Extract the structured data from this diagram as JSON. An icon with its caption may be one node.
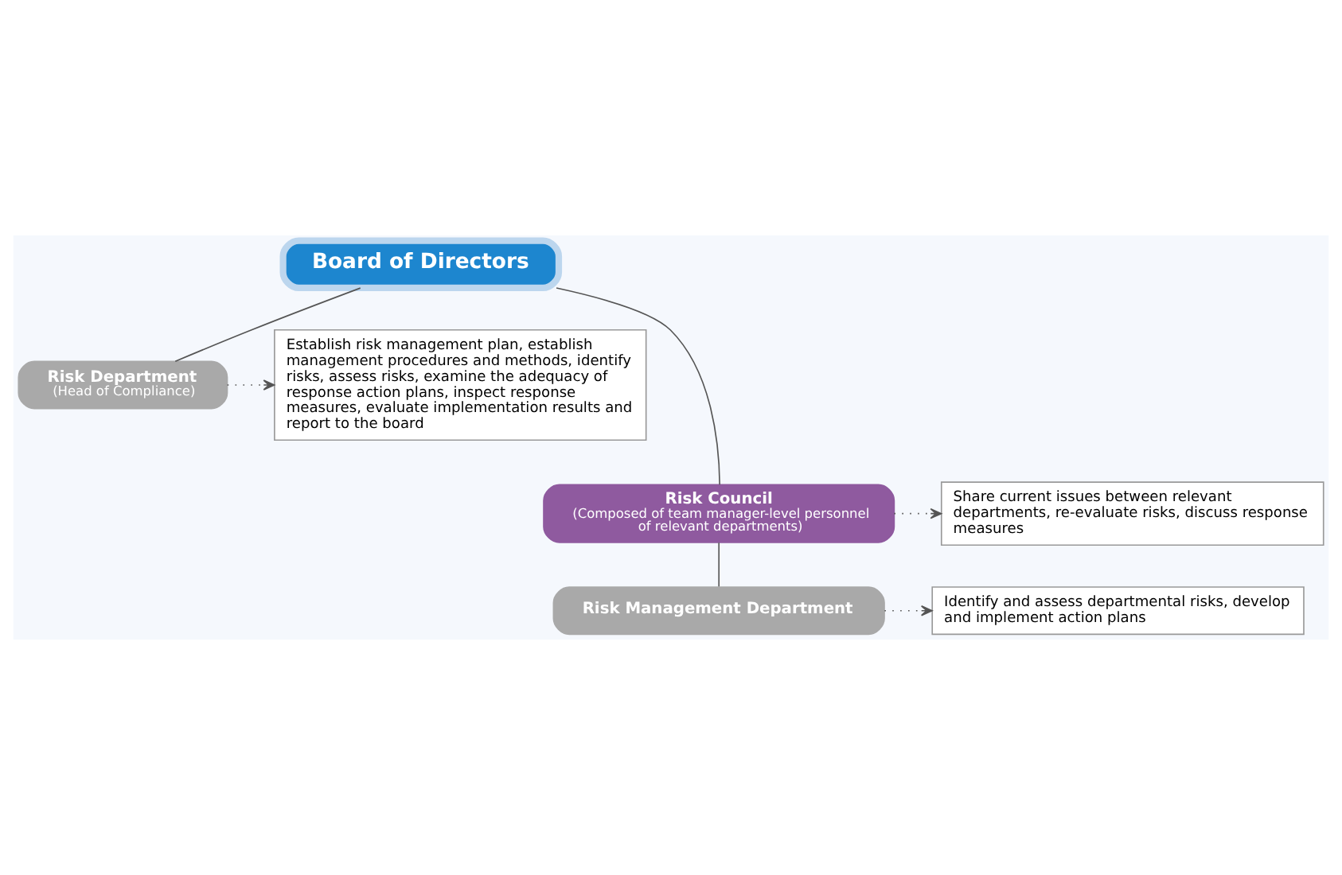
{
  "diagram": {
    "nodes": [
      {
        "text": [
          "Board of Directors"
        ]
      },
      {
        "text": [
          "Risk Department",
          "(Head of Compliance)"
        ]
      },
      {
        "text": [
          "Establish risk management plan, establish management procedures and methods, identify risks, assess risks, examine the adequacy of response action plans, inspect response measures, evaluate implementation results and report to the board"
        ]
      },
      {
        "text": [
          "Risk Council",
          "(Composed of team manager-level personnel of relevant departments)"
        ]
      },
      {
        "text": [
          "Share current issues between relevant departments, re-evaluate risks, discuss response measures"
        ]
      },
      {
        "text": [
          "Risk Management Department"
        ]
      },
      {
        "text": [
          "Identify and assess departmental risks, develop and implement action plans"
        ]
      }
    ],
    "edges": [
      {
        "from": 0,
        "to": 1,
        "arrow": "none"
      },
      {
        "from": 0,
        "to": 3,
        "arrow": "none"
      },
      {
        "from": 3,
        "to": 5,
        "arrow": "none"
      },
      {
        "from": 1,
        "to": 2,
        "arrow": "to",
        "style": "dashed"
      },
      {
        "from": 3,
        "to": 4,
        "arrow": "to",
        "style": "dashed"
      },
      {
        "from": 5,
        "to": 6,
        "arrow": "to",
        "style": "dashed"
      }
    ]
  }
}
